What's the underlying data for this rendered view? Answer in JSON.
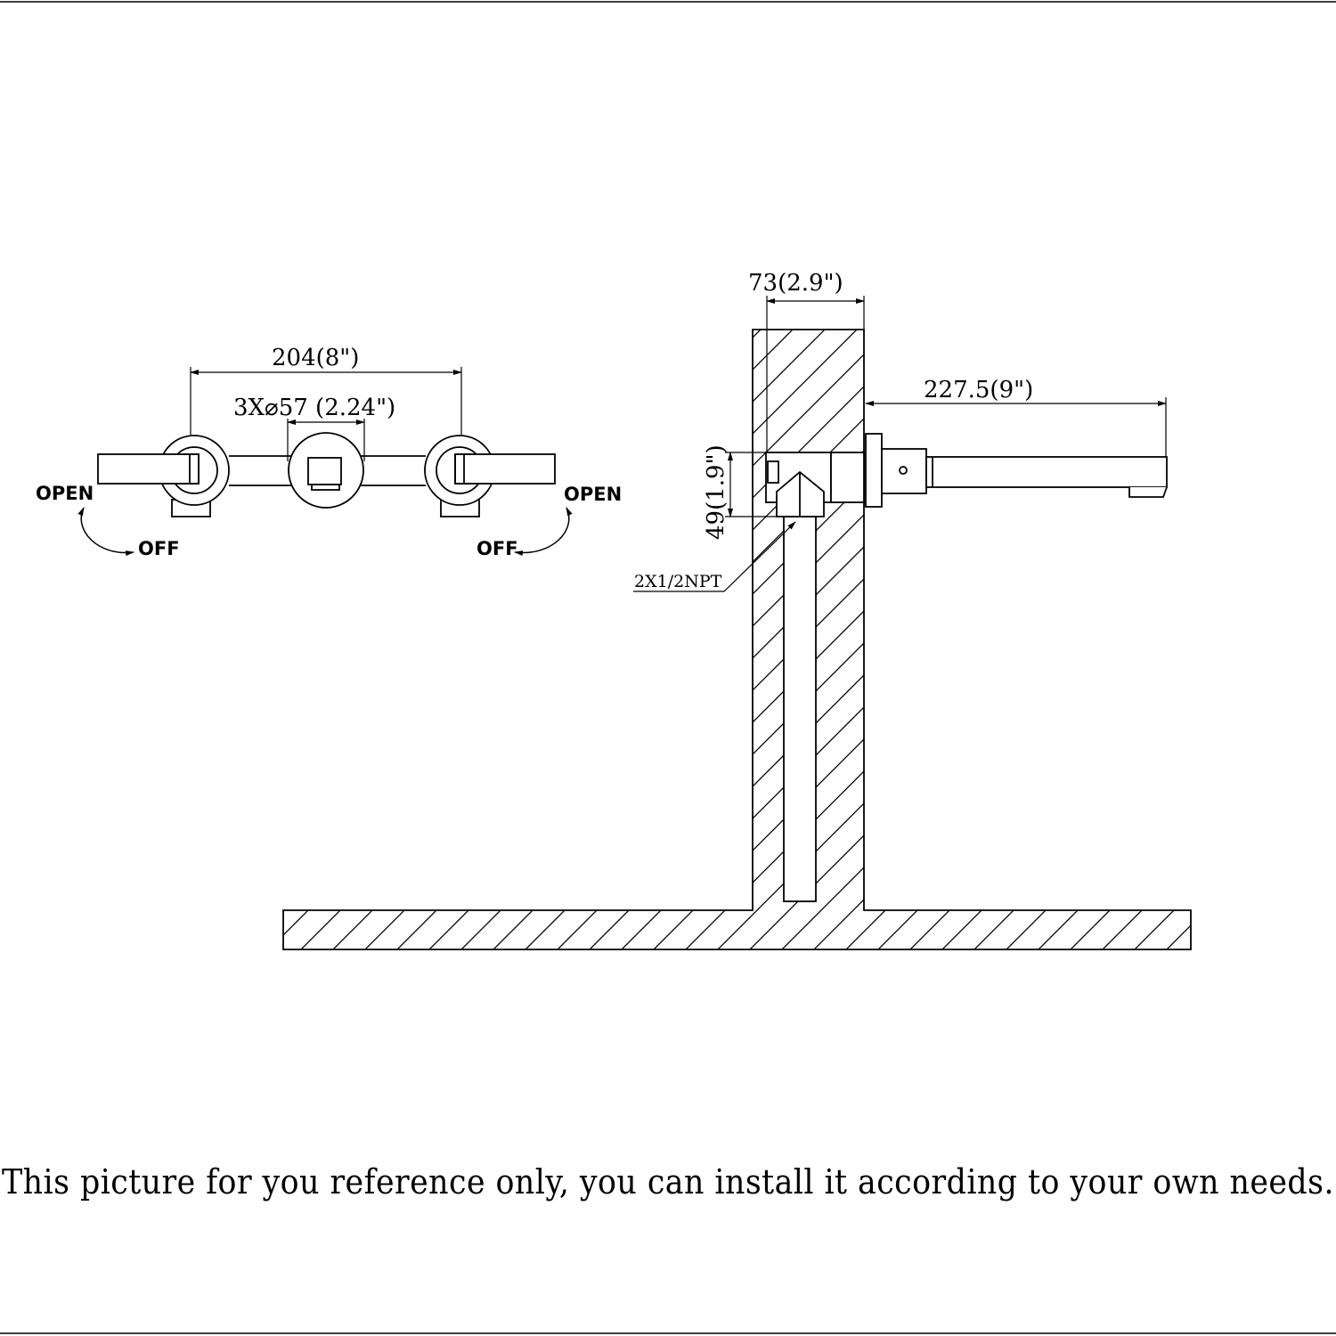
{
  "front_view": {
    "overall_width_label": "204(8\")",
    "plate_diameter_label": "3X⌀57  (2.24\")",
    "left_open_label": "OPEN",
    "left_off_label": "OFF",
    "right_open_label": "OPEN",
    "right_off_label": "OFF"
  },
  "side_view": {
    "wall_depth_label": "73(2.9\")",
    "spout_reach_label": "227.5(9\")",
    "body_height_label": "49(1.9\")",
    "inlet_label": "2X1/2NPT"
  },
  "caption": "This  picture for you reference only, you can install it according to your own needs.",
  "colors": {
    "line": "#000000",
    "background": "#ffffff"
  }
}
